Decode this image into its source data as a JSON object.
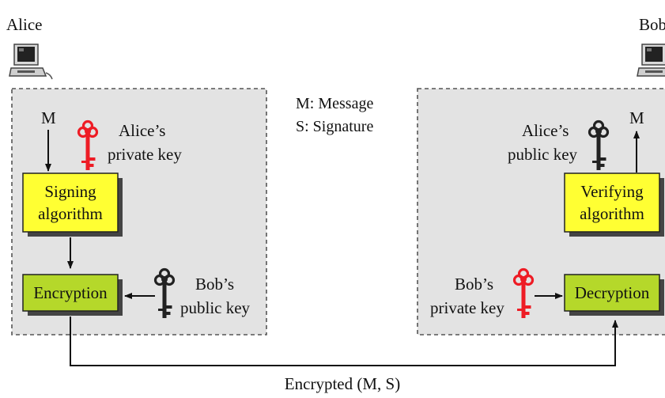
{
  "parties": {
    "sender": "Alice",
    "receiver": "Bob"
  },
  "legend": {
    "message": "M: Message",
    "signature": "S: Signature"
  },
  "sender_side": {
    "input_label": "M",
    "private_key_line1": "Alice’s",
    "private_key_line2": "private key",
    "signing_line1": "Signing",
    "signing_line2": "algorithm",
    "encryption": "Encryption",
    "public_key_line1": "Bob’s",
    "public_key_line2": "public key"
  },
  "receiver_side": {
    "output_label": "M",
    "public_key_line1": "Alice’s",
    "public_key_line2": "public key",
    "verifying_line1": "Verifying",
    "verifying_line2": "algorithm",
    "private_key_line1": "Bob’s",
    "private_key_line2": "private key",
    "decryption": "Decryption"
  },
  "channel_label": "Encrypted (M, S)",
  "colors": {
    "box_yellow": "#ffff33",
    "box_green": "#b5d82a",
    "panel_gray": "#e3e3e3",
    "private_key_red": "#ee1c25",
    "public_key_black": "#222222"
  },
  "icons": {
    "computer": "computer-icon",
    "private_key": "key-icon",
    "public_key": "key-icon"
  }
}
